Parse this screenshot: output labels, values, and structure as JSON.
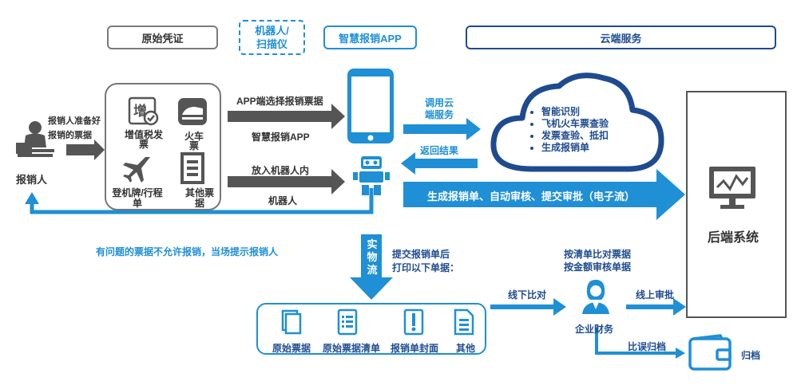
{
  "headers": {
    "original_voucher": "原始凭证",
    "robot_scanner": "机器人/\n扫描仪",
    "smart_app": "智慧报销APP",
    "cloud_service": "云端服务"
  },
  "left": {
    "person_note": "报销人准备好\n报销的票据",
    "person_label": "报销人"
  },
  "voucher_items": [
    {
      "label": "增值税发\n票",
      "icon": "vat-invoice-icon"
    },
    {
      "label": "火车\n票",
      "icon": "train-icon"
    },
    {
      "label": "登机牌/行程\n单",
      "icon": "airplane-icon"
    },
    {
      "label": "其他票\n据",
      "icon": "document-icon"
    }
  ],
  "flow": {
    "app_select": "APP端选择报销票据",
    "app_name": "智慧报销APP",
    "put_robot": "放入机器人内",
    "robot": "机器人",
    "call_cloud": "调用云\n端服务",
    "return_result": "返回结果",
    "main_flow": "生成报销单、自动审核、提交审批（电子流）",
    "problem_note": "有问题的票据不允许报销，当场提示报销人",
    "physical": "实\n物\n流",
    "submit_note": "提交报销单后\n打印以下单据：",
    "offline_compare": "线下比对",
    "online_approve": "线上审批",
    "compare_note": "按清单比对票据\n按金额审核单据",
    "finance": "企业财务",
    "archive_note": "比误归档",
    "archive": "归档"
  },
  "cloud_items": [
    "智能识别",
    "飞机火车票查验",
    "发票查验、抵扣",
    "生成报销单"
  ],
  "backend": {
    "label": "后端系统"
  },
  "documents": [
    {
      "label": "原始票据",
      "icon": "original-receipt-icon"
    },
    {
      "label": "原始票据清单",
      "icon": "receipt-list-icon"
    },
    {
      "label": "报销单封面",
      "icon": "cover-page-icon"
    },
    {
      "label": "其他",
      "icon": "other-doc-icon"
    }
  ],
  "colors": {
    "blue": "#1f8fd6",
    "dark_blue": "#1e4b8f",
    "gray": "#555555"
  }
}
